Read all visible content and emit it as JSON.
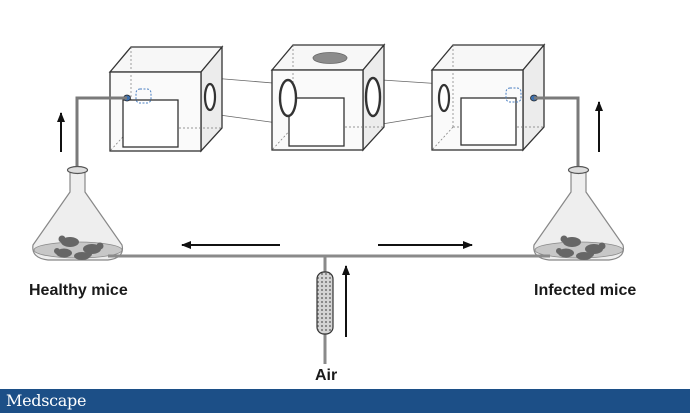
{
  "labels": {
    "healthy": "Healthy mice",
    "infected": "Infected mice",
    "air": "Air"
  },
  "footer": {
    "brand": "Medscape",
    "color": "#1c4f87"
  }
}
